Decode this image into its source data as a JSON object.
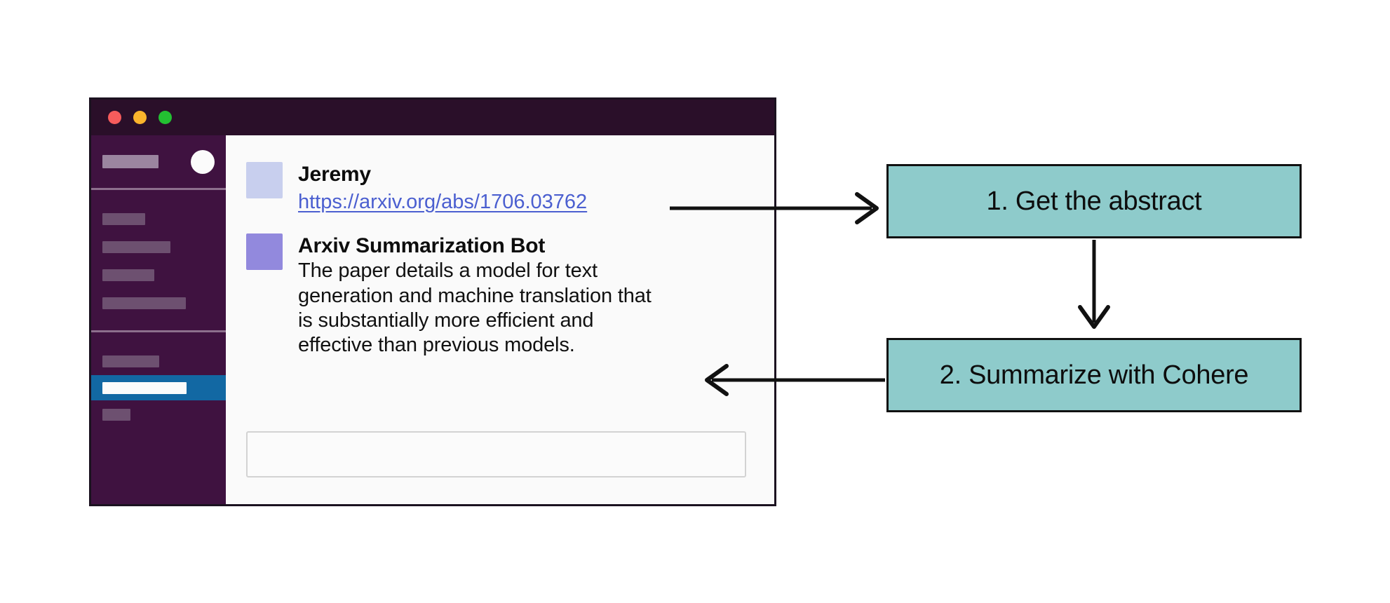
{
  "window": {
    "traffic_lights": [
      {
        "name": "close",
        "color": "#f75c5c"
      },
      {
        "name": "minimize",
        "color": "#fbb42c"
      },
      {
        "name": "zoom",
        "color": "#23c032"
      }
    ],
    "border_color": "#1b1220",
    "titlebar_color": "#2a0f29",
    "content_background": "#fafafa"
  },
  "sidebar": {
    "background": "#3f1240",
    "selected_color": "#1268a3",
    "workspace": {
      "name_placeholder_width": 80,
      "avatar": "user-avatar"
    },
    "groups": [
      {
        "name": "channels",
        "items": [
          {
            "name": "channel-item-1",
            "width": 61
          },
          {
            "name": "channel-item-2",
            "width": 97
          },
          {
            "name": "channel-item-3",
            "width": 74
          },
          {
            "name": "channel-item-4",
            "width": 119
          }
        ]
      },
      {
        "name": "direct-messages",
        "items": [
          {
            "name": "dm-item-1",
            "width": 81,
            "selected": false
          },
          {
            "name": "dm-item-2",
            "width": 120,
            "selected": true
          },
          {
            "name": "dm-item-3",
            "width": 40,
            "selected": false
          }
        ]
      }
    ]
  },
  "conversation": {
    "messages": [
      {
        "author": "Jeremy",
        "avatar_color": "#c8cfee",
        "link": "https://arxiv.org/abs/1706.03762",
        "link_color": "#4b5fd0",
        "text": ""
      },
      {
        "author": "Arxiv Summarization Bot",
        "avatar_color": "#9289dd",
        "link": "",
        "text": "The paper details a model for text generation and machine translation that is substantially more efficient and effective than previous models."
      }
    ],
    "composer": {
      "value": "",
      "placeholder": ""
    }
  },
  "flow": {
    "box_fill": "#8ecbcb",
    "box_border": "#111111",
    "steps": [
      {
        "id": "step-1",
        "label": "1. Get the abstract"
      },
      {
        "id": "step-2",
        "label": "2. Summarize with Cohere"
      }
    ],
    "arrows": [
      {
        "name": "arrow-to-step-1",
        "direction": "right",
        "from": "message-link",
        "to": "step-1"
      },
      {
        "name": "arrow-step-1-to-step-2",
        "direction": "down",
        "from": "step-1",
        "to": "step-2"
      },
      {
        "name": "arrow-to-conversation",
        "direction": "left",
        "from": "step-2",
        "to": "bot-message"
      }
    ]
  }
}
